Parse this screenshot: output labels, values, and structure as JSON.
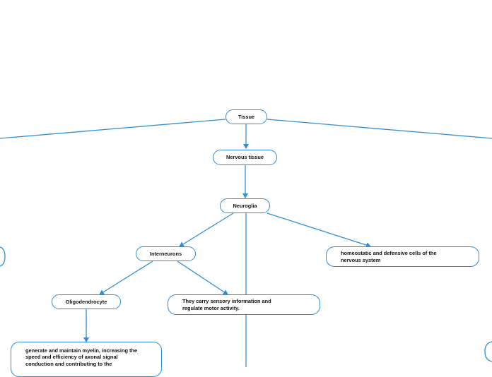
{
  "diagram": {
    "line_color": "#2f8fd4",
    "nodes": {
      "tissue": "Tissue",
      "nervous_tissue": "Nervous tissue",
      "neuroglia": "Neuroglia",
      "interneurons": "Interneurons",
      "homeostatic": "homeostatic and defensive cells of the nervous system",
      "oligodendrocyte": "Oligodendrocyte",
      "sensory": "They carry sensory information and regulate motor activity.",
      "myelin": "generate and maintain myelin, increasing the speed and efficiency of axonal signal conduction and contributing to the"
    }
  }
}
